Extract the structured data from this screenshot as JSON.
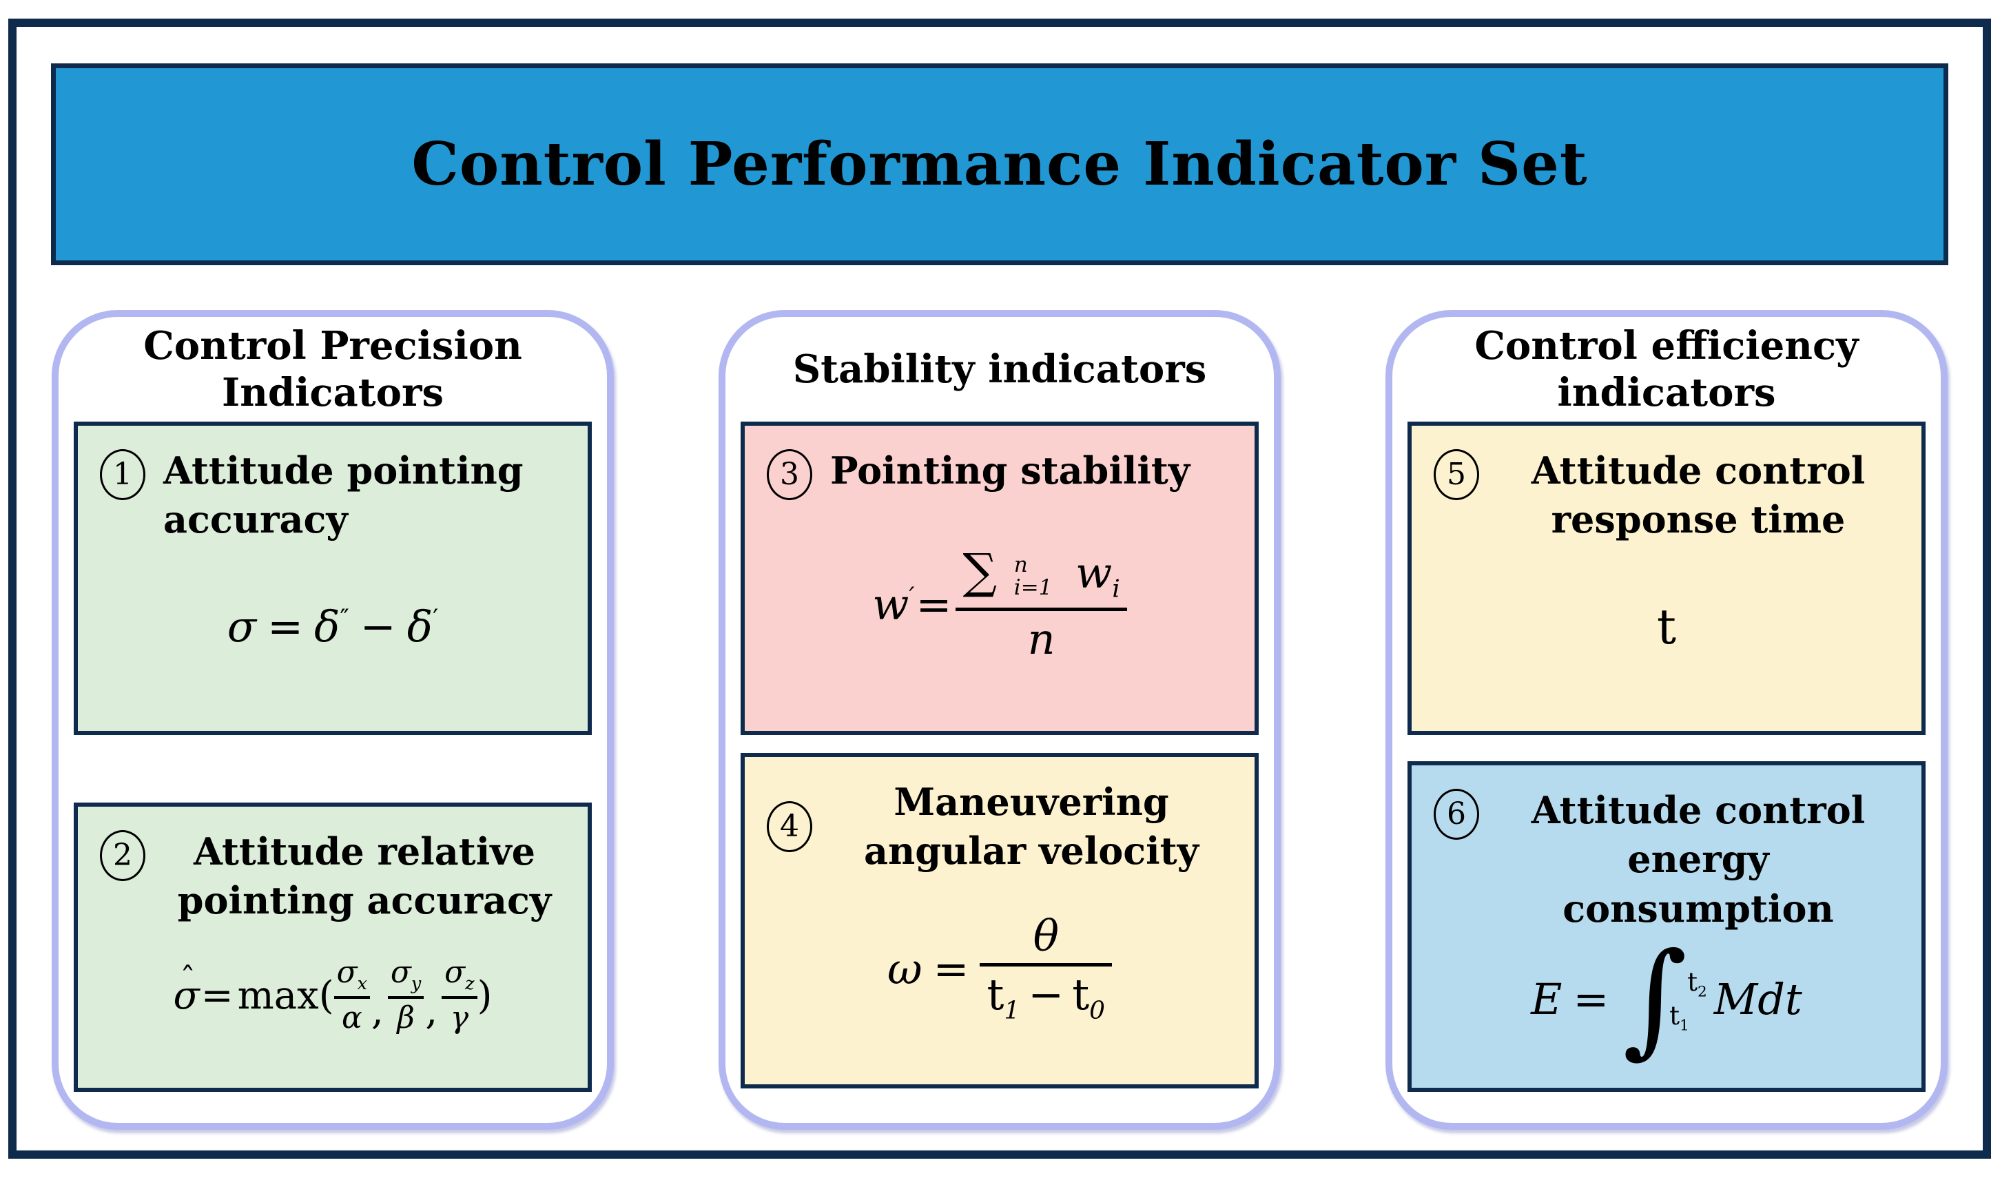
{
  "title": "Control Performance Indicator Set",
  "colors": {
    "frame_navy": "#0e2b4d",
    "banner_blue": "#2198d4",
    "column_border_lavender": "#b2b7f1",
    "box_green": "#dcedda",
    "box_pink": "#fbd1cf",
    "box_yellow": "#fdf2cf",
    "box_blue": "#b7dbee"
  },
  "columns": [
    {
      "header": "Control Precision\nIndicators",
      "items": [
        {
          "number": "1",
          "label": "Attitude pointing\naccuracy",
          "formula": {
            "lhs": "σ",
            "eq": "=",
            "base1": "δ",
            "sup1": "″",
            "op": "−",
            "base2": "δ",
            "sup2": "′"
          }
        },
        {
          "number": "2",
          "label": "Attitude relative\npointing accuracy",
          "formula": {
            "base": "σ",
            "hat": "ˆ",
            "eq": "=",
            "func": "max(",
            "num1": "σ",
            "sub1": "x",
            "den1": "α",
            "comma1": ",",
            "num2": "σ",
            "sub2": "y",
            "den2": "β",
            "comma2": ",",
            "num3": "σ",
            "sub3": "z",
            "den3": "γ",
            "close": ")"
          }
        }
      ]
    },
    {
      "header": "Stability indicators",
      "items": [
        {
          "number": "3",
          "label": "Pointing stability",
          "formula": {
            "lhs": "w",
            "prime": "′",
            "eq": "=",
            "sum": "∑",
            "sum_top": "n",
            "sum_bottom": "i=1",
            "term": "w",
            "term_sub": "i",
            "den": "n"
          }
        },
        {
          "number": "4",
          "label": "Maneuvering\nangular velocity",
          "formula": {
            "lhs": "ω",
            "eq": "=",
            "num": "θ",
            "den_t1": "t",
            "den_s1": "1",
            "op": "−",
            "den_t0": "t",
            "den_s0": "0"
          }
        }
      ]
    },
    {
      "header": "Control efficiency\nindicators",
      "items": [
        {
          "number": "5",
          "label": "Attitude control\nresponse time",
          "formula": {
            "value": "t"
          }
        },
        {
          "number": "6",
          "label": "Attitude control\nenergy consumption",
          "formula": {
            "lhs": "E",
            "eq": "=",
            "integral": "∫",
            "upper_t": "t",
            "upper_s": "2",
            "lower_t": "t",
            "lower_s": "1",
            "integrand": "Mdt"
          }
        }
      ]
    }
  ]
}
